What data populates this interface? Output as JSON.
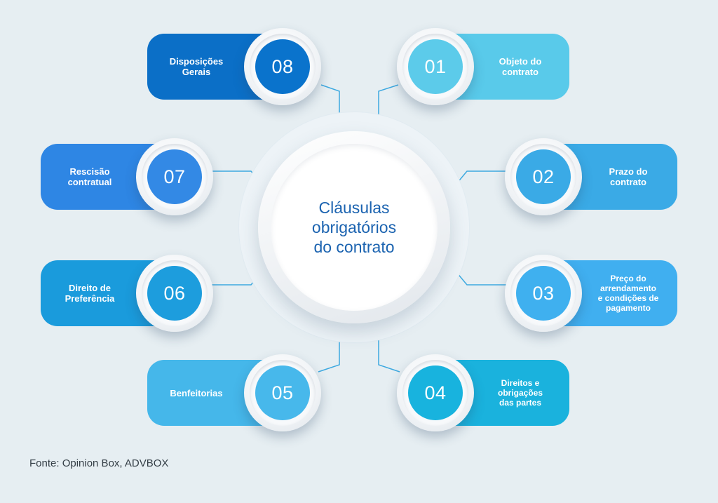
{
  "center": {
    "title": "Cláusulas\nobrigatórios\ndo contrato",
    "color": "#1b63b0"
  },
  "items": [
    {
      "number": "08",
      "label": "Disposições\nGerais",
      "color": "#0b6fc7",
      "badge_color": "#0a73cc",
      "icon": "number-badge"
    },
    {
      "number": "01",
      "label": "Objeto do\ncontrato",
      "color": "#59caea",
      "badge_color": "#5ccbea",
      "icon": "number-badge"
    },
    {
      "number": "07",
      "label": "Rescisão\ncontratual",
      "color": "#2e86e4",
      "badge_color": "#3389e5",
      "icon": "number-badge"
    },
    {
      "number": "02",
      "label": "Prazo do\ncontrato",
      "color": "#3aaae6",
      "badge_color": "#3aaae6",
      "icon": "number-badge"
    },
    {
      "number": "06",
      "label": "Direito de\nPreferência",
      "color": "#1a9bdc",
      "badge_color": "#1d9ddd",
      "icon": "number-badge"
    },
    {
      "number": "03",
      "label": "Preço do\narrendamento\ne condições de\npagamento",
      "color": "#40aff0",
      "badge_color": "#3fb0ef",
      "icon": "number-badge"
    },
    {
      "number": "05",
      "label": "Benfeitorias",
      "color": "#45b7ea",
      "badge_color": "#47b8eb",
      "icon": "number-badge"
    },
    {
      "number": "04",
      "label": "Direitos e\nobrigações\ndas partes",
      "color": "#1ab2dd",
      "badge_color": "#18b3de",
      "icon": "number-badge"
    }
  ],
  "connector_color": "#3da9e0",
  "footer": {
    "source": "Fonte: Opinion Box, ADVBOX"
  }
}
